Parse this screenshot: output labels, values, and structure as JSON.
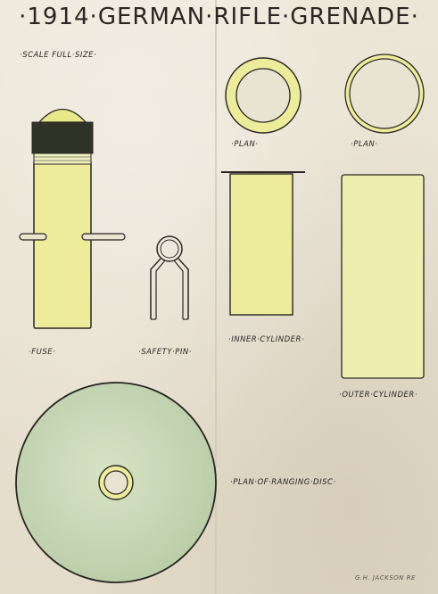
{
  "title": "·1914·GERMAN·RIFLE·GRENADE·",
  "labels": {
    "scale": "·SCALE FULL·SIZE·",
    "plan_left": "·PLAN·",
    "plan_right": "·PLAN·",
    "fuse": "·FUSE·",
    "safety_pin": "·SAFETY·PIN·",
    "inner_cylinder": "·INNER·CYLINDER·",
    "outer_cylinder": "·OUTER·CYLINDER·",
    "ranging_disc": "·PLAN·OF·RANGING·DISC·",
    "signature": "G.H. JACKSON RE"
  },
  "colors": {
    "ink": "#2a2622",
    "yellow_fill": "#ecec9a",
    "yellow_light": "#eeeeb0",
    "fuse_cap": "#2f3328",
    "disc_green": "#c9d9b8"
  }
}
